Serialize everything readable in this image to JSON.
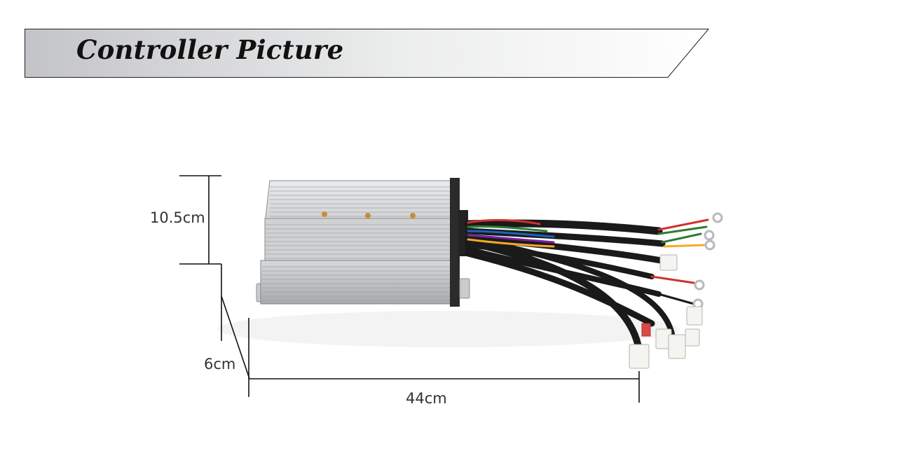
{
  "header": {
    "title": "Controller Picture"
  },
  "dimensions": {
    "height_label": "10.5cm",
    "depth_label": "6cm",
    "length_label": "44cm"
  },
  "colors": {
    "banner_fill_start": "#c8c9cc",
    "banner_fill_end": "#ffffff",
    "banner_border": "#222222",
    "housing": "#c4c6c8",
    "cable": "#1a1a1a",
    "dimension_line": "#111111"
  }
}
